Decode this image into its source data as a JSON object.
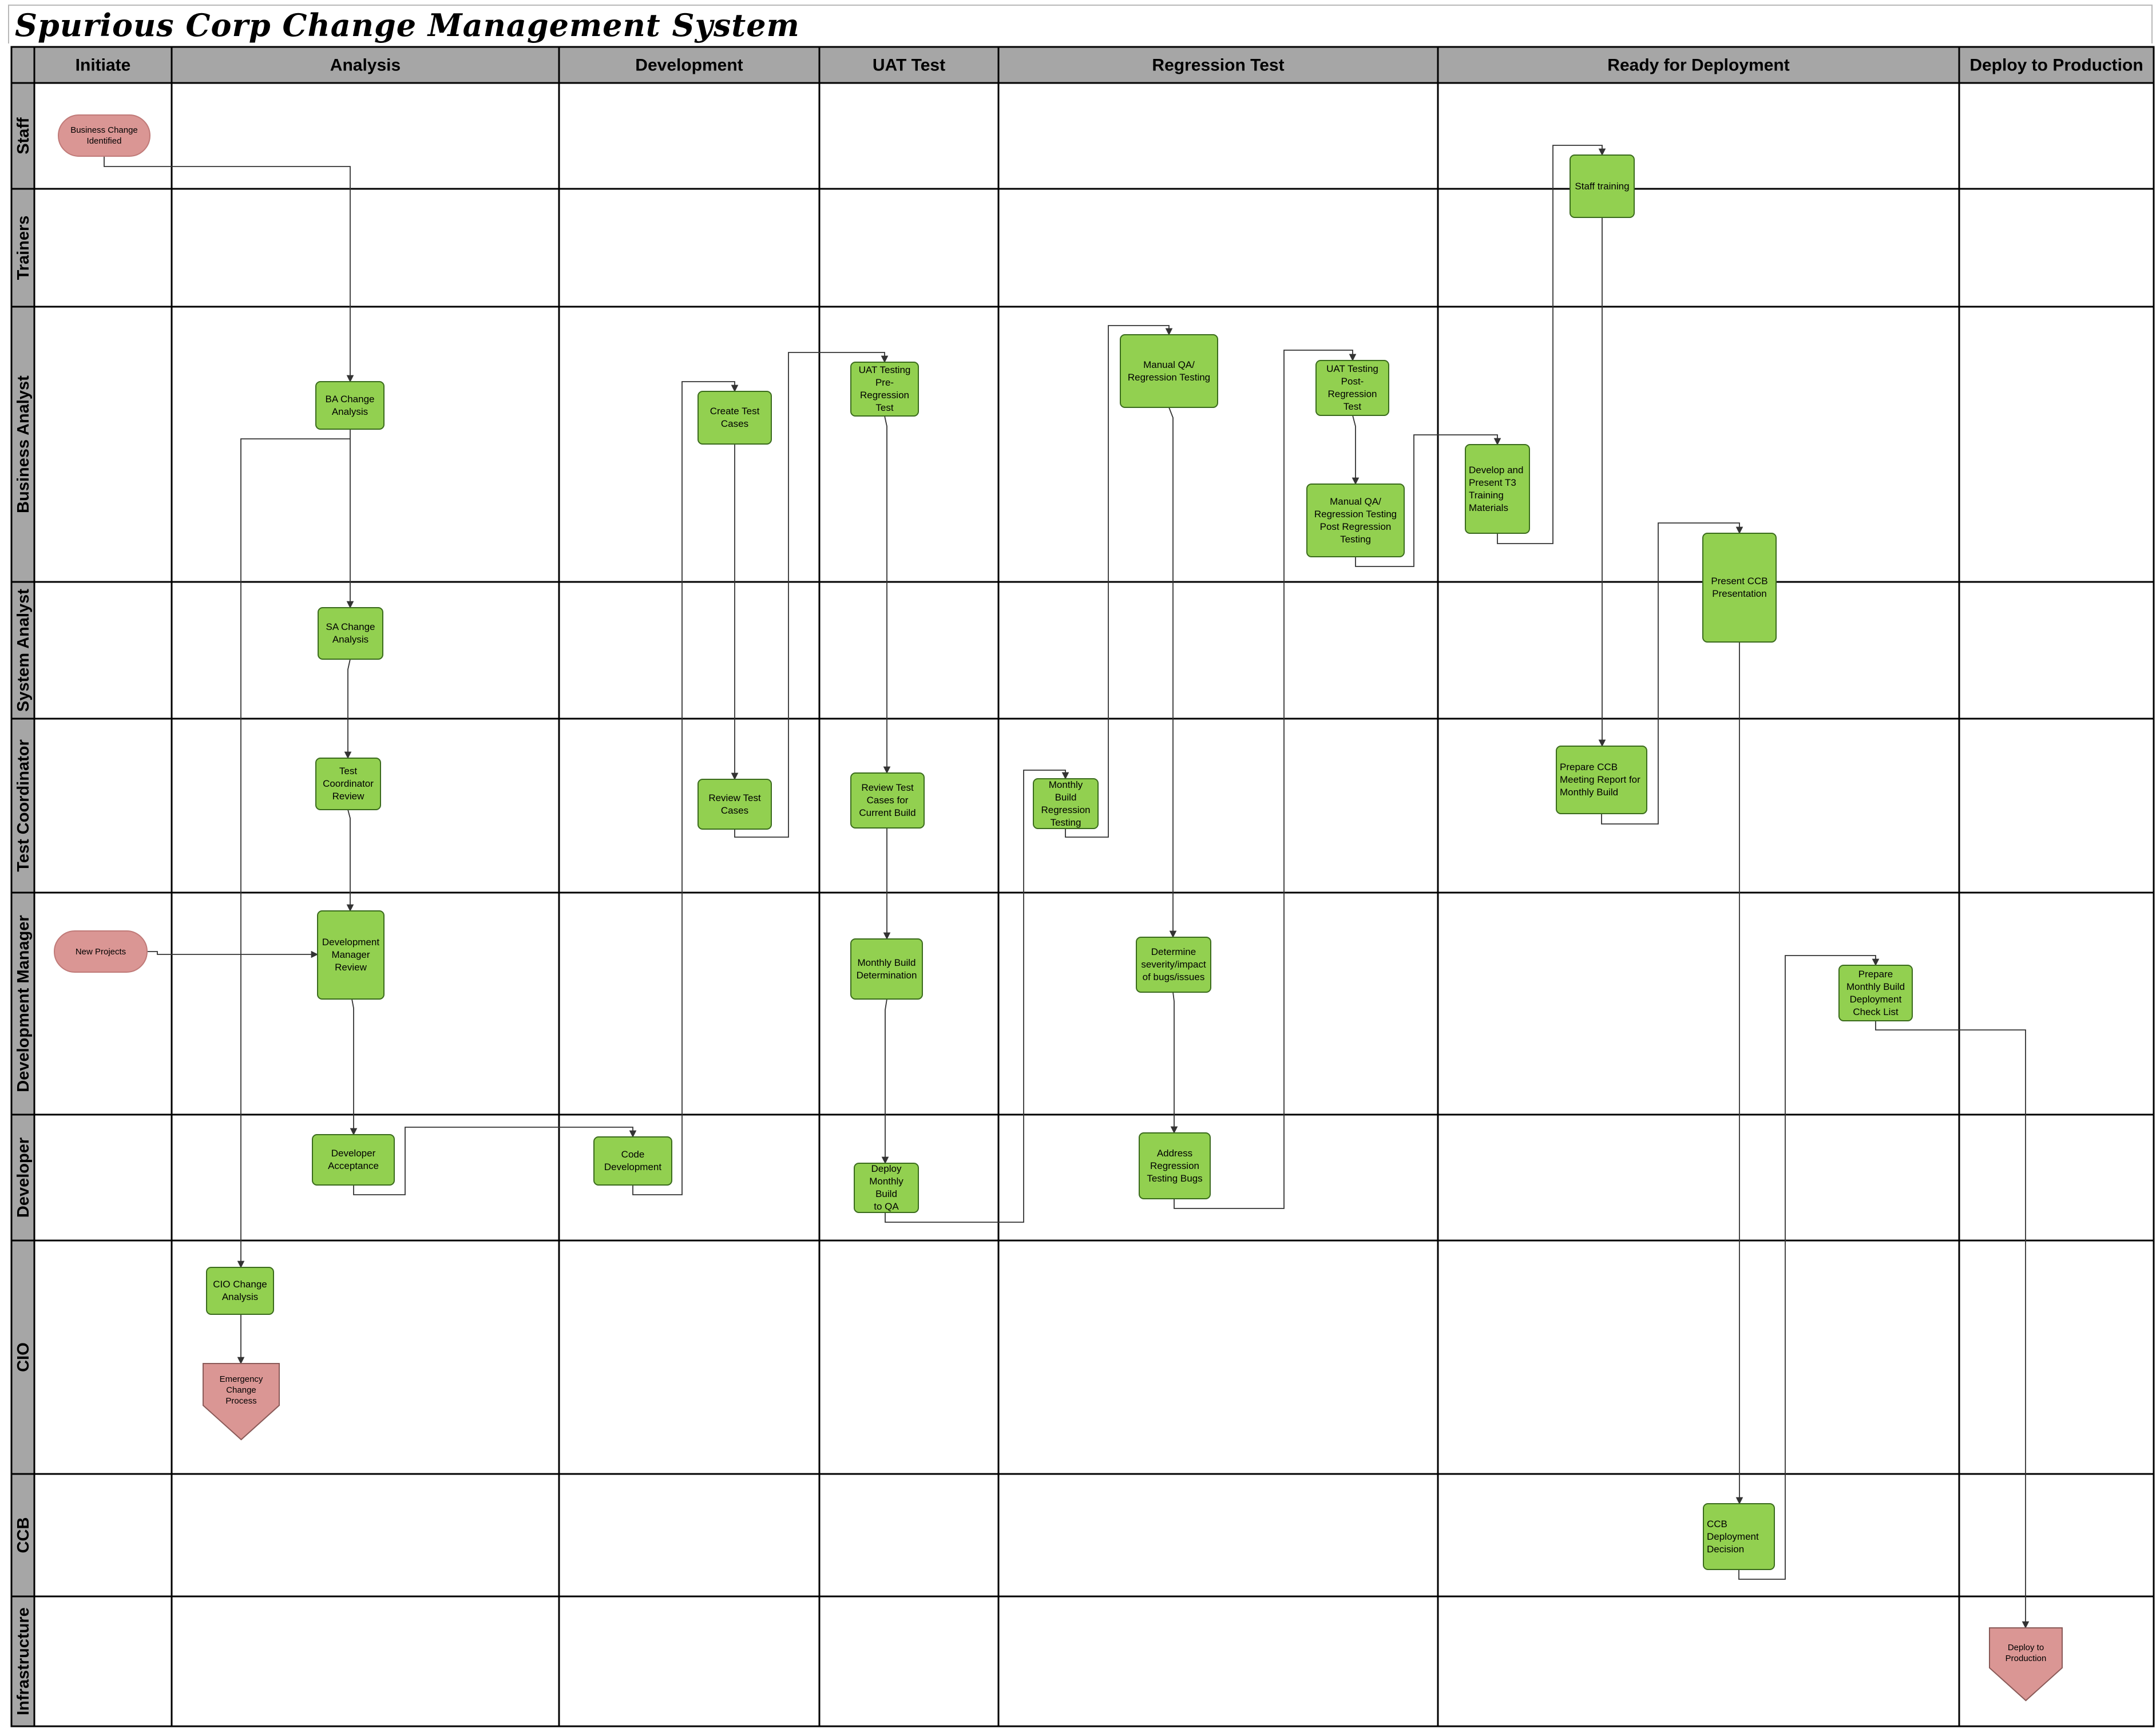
{
  "title": "Spurious Corp Change Management System",
  "colors": {
    "header_fill": "#a6a6a6",
    "lane_label_fill": "#a6a6a6",
    "process_fill": "#92d050",
    "process_stroke": "#3a6b1c",
    "terminator_fill": "#da9694",
    "offpage_fill": "#da9694",
    "line": "#333333"
  },
  "columns": [
    "Initiate",
    "Analysis",
    "Development",
    "UAT Test",
    "Regression Test",
    "Ready for Deployment",
    "Deploy to Production"
  ],
  "lanes": [
    "Staff",
    "Trainers",
    "Business Analyst",
    "System Analyst",
    "Test Coordinator",
    "Development Manager",
    "Developer",
    "CIO",
    "CCB",
    "Infrastructure"
  ],
  "nodes": [
    {
      "id": "business-change-identified",
      "kind": "terminator",
      "text": "Business Change\nIdentified"
    },
    {
      "id": "new-projects",
      "kind": "terminator",
      "text": "New Projects"
    },
    {
      "id": "ba-change-analysis",
      "kind": "process",
      "text": "BA Change\nAnalysis"
    },
    {
      "id": "sa-change-analysis",
      "kind": "process",
      "text": "SA Change\nAnalysis"
    },
    {
      "id": "test-coordinator-review",
      "kind": "process",
      "text": "Test\nCoordinator\nReview"
    },
    {
      "id": "development-manager-review",
      "kind": "process",
      "text": "Development\nManager\nReview"
    },
    {
      "id": "developer-acceptance",
      "kind": "process",
      "text": "Developer\nAcceptance"
    },
    {
      "id": "cio-change-analysis",
      "kind": "process",
      "text": "CIO Change\nAnalysis"
    },
    {
      "id": "emergency-change-process",
      "kind": "offpage",
      "text": "Emergency Change\nProcess"
    },
    {
      "id": "create-test-cases",
      "kind": "process",
      "text": "Create Test\nCases"
    },
    {
      "id": "review-test-cases",
      "kind": "process",
      "text": "Review Test\nCases"
    },
    {
      "id": "code-development",
      "kind": "process",
      "text": "Code\nDevelopment"
    },
    {
      "id": "uat-testing-pre-regression",
      "kind": "process",
      "text": "UAT Testing\nPre-Regression\nTest"
    },
    {
      "id": "review-test-cases-current-build",
      "kind": "process",
      "text": "Review Test\nCases for\nCurrent Build"
    },
    {
      "id": "monthly-build-determination",
      "kind": "process",
      "text": "Monthly Build\nDetermination"
    },
    {
      "id": "deploy-monthly-build-qa",
      "kind": "process",
      "text": "Deploy\nMonthly Build\nto QA"
    },
    {
      "id": "manual-qa-regression",
      "kind": "process",
      "text": "Manual QA/\nRegression Testing"
    },
    {
      "id": "uat-testing-post-regression",
      "kind": "process",
      "text": "UAT Testing\nPost-Regression\nTest"
    },
    {
      "id": "manual-qa-post-regression",
      "kind": "process",
      "text": "Manual QA/\nRegression Testing\nPost Regression\nTesting"
    },
    {
      "id": "monthly-build-regression-testing",
      "kind": "process",
      "text": "Monthly Build\nRegression\nTesting"
    },
    {
      "id": "determine-severity",
      "kind": "process",
      "text": "Determine\nseverity/impact\nof bugs/issues"
    },
    {
      "id": "address-regression-bugs",
      "kind": "process",
      "text": "Address\nRegression\nTesting Bugs"
    },
    {
      "id": "staff-training",
      "kind": "process",
      "text": "Staff training"
    },
    {
      "id": "develop-present-t3",
      "kind": "process",
      "text": "Develop and\nPresent T3\nTraining\nMaterials"
    },
    {
      "id": "present-ccb-presentation",
      "kind": "process",
      "text": "Present CCB\nPresentation"
    },
    {
      "id": "prepare-ccb-meeting-report",
      "kind": "process",
      "text": "Prepare CCB\nMeeting Report for\nMonthly Build"
    },
    {
      "id": "prepare-deployment-checklist",
      "kind": "process",
      "text": "Prepare\nMonthly Build\nDeployment\nCheck List"
    },
    {
      "id": "ccb-deployment-decision",
      "kind": "process",
      "text": "CCB\nDeployment\nDecision"
    },
    {
      "id": "deploy-to-production",
      "kind": "offpage",
      "text": "Deploy to\nProduction"
    }
  ]
}
